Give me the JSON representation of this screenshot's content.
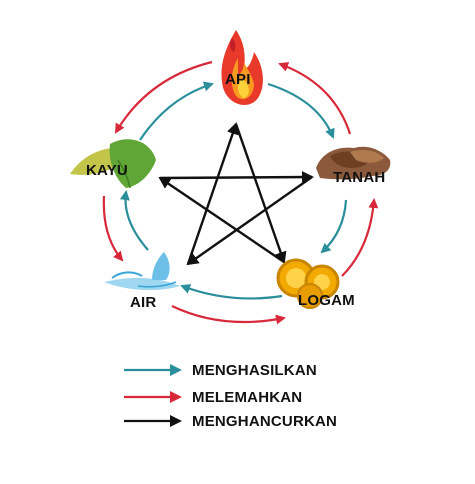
{
  "elements": {
    "api": "API",
    "tanah": "TANAH",
    "logam": "LOGAM",
    "air": "AIR",
    "kayu": "KAYU"
  },
  "legend": [
    {
      "label": "MENGHASILKAN",
      "color": "#2a8f9a"
    },
    {
      "label": "MELEMAHKAN",
      "color": "#d8293a"
    },
    {
      "label": "MENGHANCURKAN",
      "color": "#111111"
    }
  ],
  "colors": {
    "produce": "#2a8f9a",
    "weaken": "#d8293a",
    "destroy": "#111111"
  },
  "icons": {
    "api": "fire-icon",
    "tanah": "earth-clod-icon",
    "logam": "gold-coins-icon",
    "air": "water-splash-icon",
    "kayu": "leaves-icon"
  }
}
